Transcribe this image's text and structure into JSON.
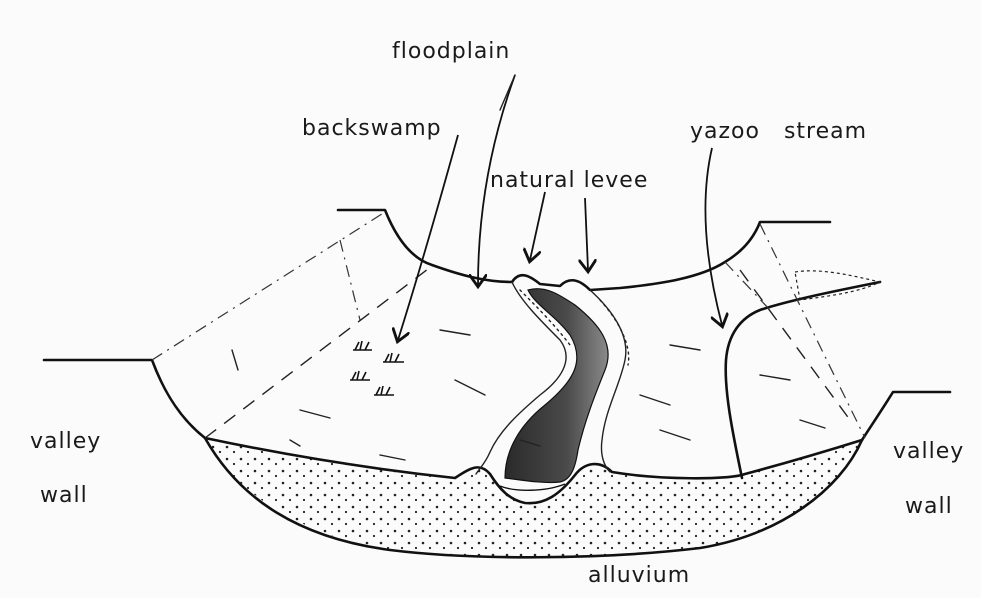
{
  "labels": {
    "floodplain": "floodplain",
    "backswamp": "backswamp",
    "natural_levee": "natural levee",
    "yazoo_stream": "yazoo   stream",
    "valley_wall_left_line1": "valley",
    "valley_wall_left_line2": "wall",
    "valley_wall_right_line1": "valley",
    "valley_wall_right_line2": "wall",
    "alluvium": "alluvium"
  },
  "colors": {
    "ink": "#111111",
    "channel_fill": "#3a3a3a",
    "paper": "#fbfbfb"
  }
}
